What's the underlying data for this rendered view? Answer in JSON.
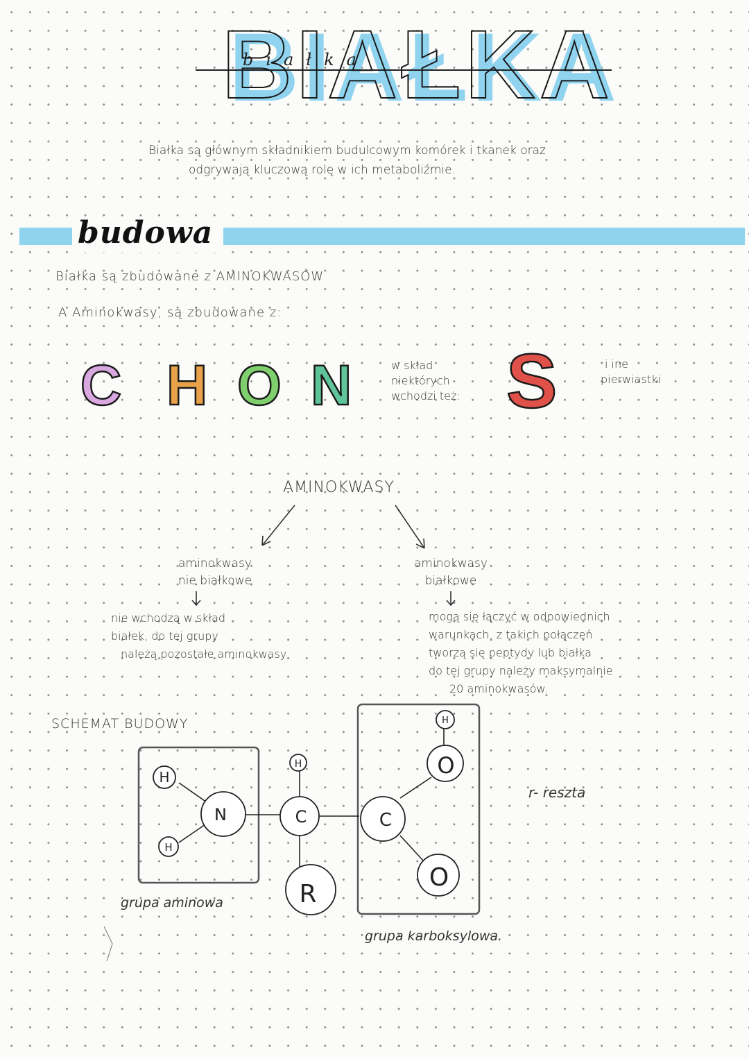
{
  "header": {
    "title": "BIAŁKA",
    "title_script": "białka"
  },
  "intro": {
    "line1": "Białka są głównym składnikiem budulcowym komórek i tkanek oraz",
    "line2": "odgrywają kluczową rolę w ich metaboliźmie."
  },
  "section": {
    "title": "budowa",
    "line1": "Białka są zbudowane z AMINOKWASÓW",
    "line2": "A Aminokwasy, są zbudowane z:"
  },
  "elements": {
    "items": [
      {
        "symbol": "C",
        "color": "#d9a8e0"
      },
      {
        "symbol": "H",
        "color": "#e9a24a"
      },
      {
        "symbol": "O",
        "color": "#7fcf6e"
      },
      {
        "symbol": "N",
        "color": "#5fc49a"
      }
    ],
    "note_lines": [
      "w skład",
      "niektórych",
      "wchodzi też:"
    ],
    "extra": {
      "symbol": "S",
      "color": "#e0514a"
    },
    "tail_lines": [
      "i ine",
      "pierwiastki"
    ]
  },
  "tree": {
    "root": "AMINOKWASY",
    "left": {
      "title_lines": [
        "aminokwasy",
        "nie białkowe"
      ],
      "desc_lines": [
        "nie wchodzą w skład",
        "białek, do tej grupy",
        "należą pozostałe aminokwasy"
      ]
    },
    "right": {
      "title_lines": [
        "aminokwasy",
        "białkowe"
      ],
      "desc_lines": [
        "mogą się łączyć w odpowiednich",
        "warunkach. z takich połączeń",
        "tworzą się peptydy lub białka",
        "do tej grupy należy maksymalnie",
        "20 aminokwasów."
      ]
    }
  },
  "schema": {
    "title": "SCHEMAT BUDOWY",
    "atoms": {
      "h": "H",
      "n": "N",
      "c": "C",
      "r": "R",
      "o": "O"
    },
    "amino_label": "grupa aminowa",
    "carboxyl_label": "grupa karboksylowa.",
    "legend": "r- reszta"
  }
}
